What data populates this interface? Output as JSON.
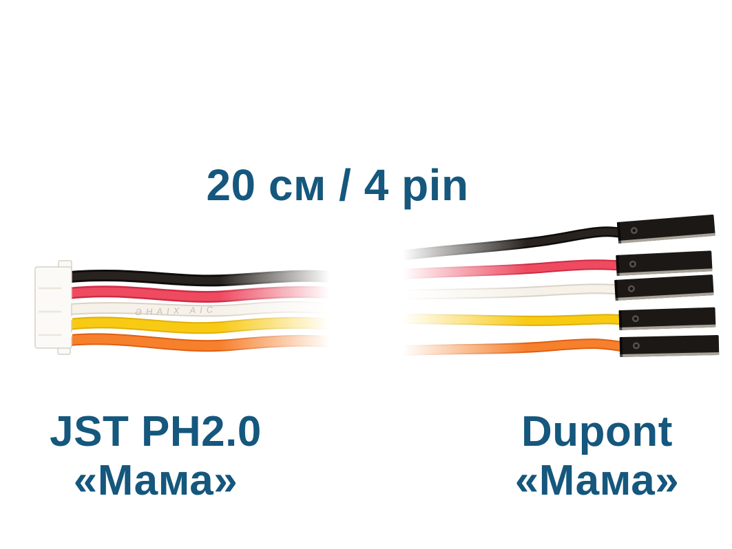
{
  "page": {
    "background": "#ffffff"
  },
  "title": {
    "text": "20 см / 4 pin",
    "color": "#15577d"
  },
  "labels": {
    "left": {
      "line1": "JST PH2.0",
      "line2": "«Мама»"
    },
    "right": {
      "line1": "Dupont",
      "line2": "«Мама»"
    }
  },
  "cable": {
    "wire_count": 5,
    "wires": [
      {
        "name": "black",
        "hex": "#29231f",
        "edge_hex": "#0e0c0b"
      },
      {
        "name": "red",
        "hex": "#ee4a60",
        "edge_hex": "#cf2a45"
      },
      {
        "name": "white",
        "hex": "#f6f2ea",
        "edge_hex": "#d9d2c6"
      },
      {
        "name": "yellow",
        "hex": "#f8ca14",
        "edge_hex": "#dfb005"
      },
      {
        "name": "orange",
        "hex": "#f6802c",
        "edge_hex": "#de5f10"
      }
    ],
    "jst_connector": {
      "body_hex": "#fbfaf6",
      "edge_hex": "#d6d0c6",
      "detail_hex": "#ebe6dc"
    },
    "dupont_connector": {
      "body_hex": "#1c1815",
      "metal_hex": "#b9b1a6",
      "dimple_hex": "#565048"
    },
    "wire_marking": "ƏHAIX  AIC"
  }
}
